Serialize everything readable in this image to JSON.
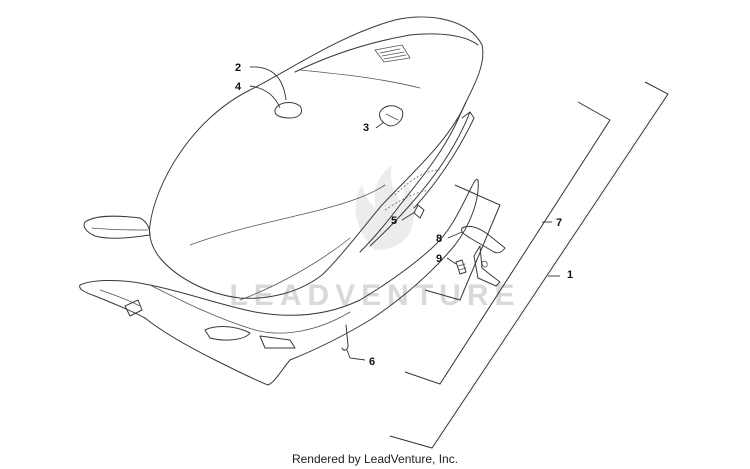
{
  "diagram": {
    "callouts": [
      {
        "id": "1",
        "label": "1"
      },
      {
        "id": "2",
        "label": "2"
      },
      {
        "id": "3",
        "label": "3"
      },
      {
        "id": "4",
        "label": "4"
      },
      {
        "id": "5",
        "label": "5"
      },
      {
        "id": "6",
        "label": "6"
      },
      {
        "id": "7",
        "label": "7"
      },
      {
        "id": "8",
        "label": "8"
      },
      {
        "id": "9",
        "label": "9"
      }
    ],
    "watermark": "LEADVENTURE"
  },
  "footer": {
    "text": "Rendered by LeadVenture, Inc."
  }
}
